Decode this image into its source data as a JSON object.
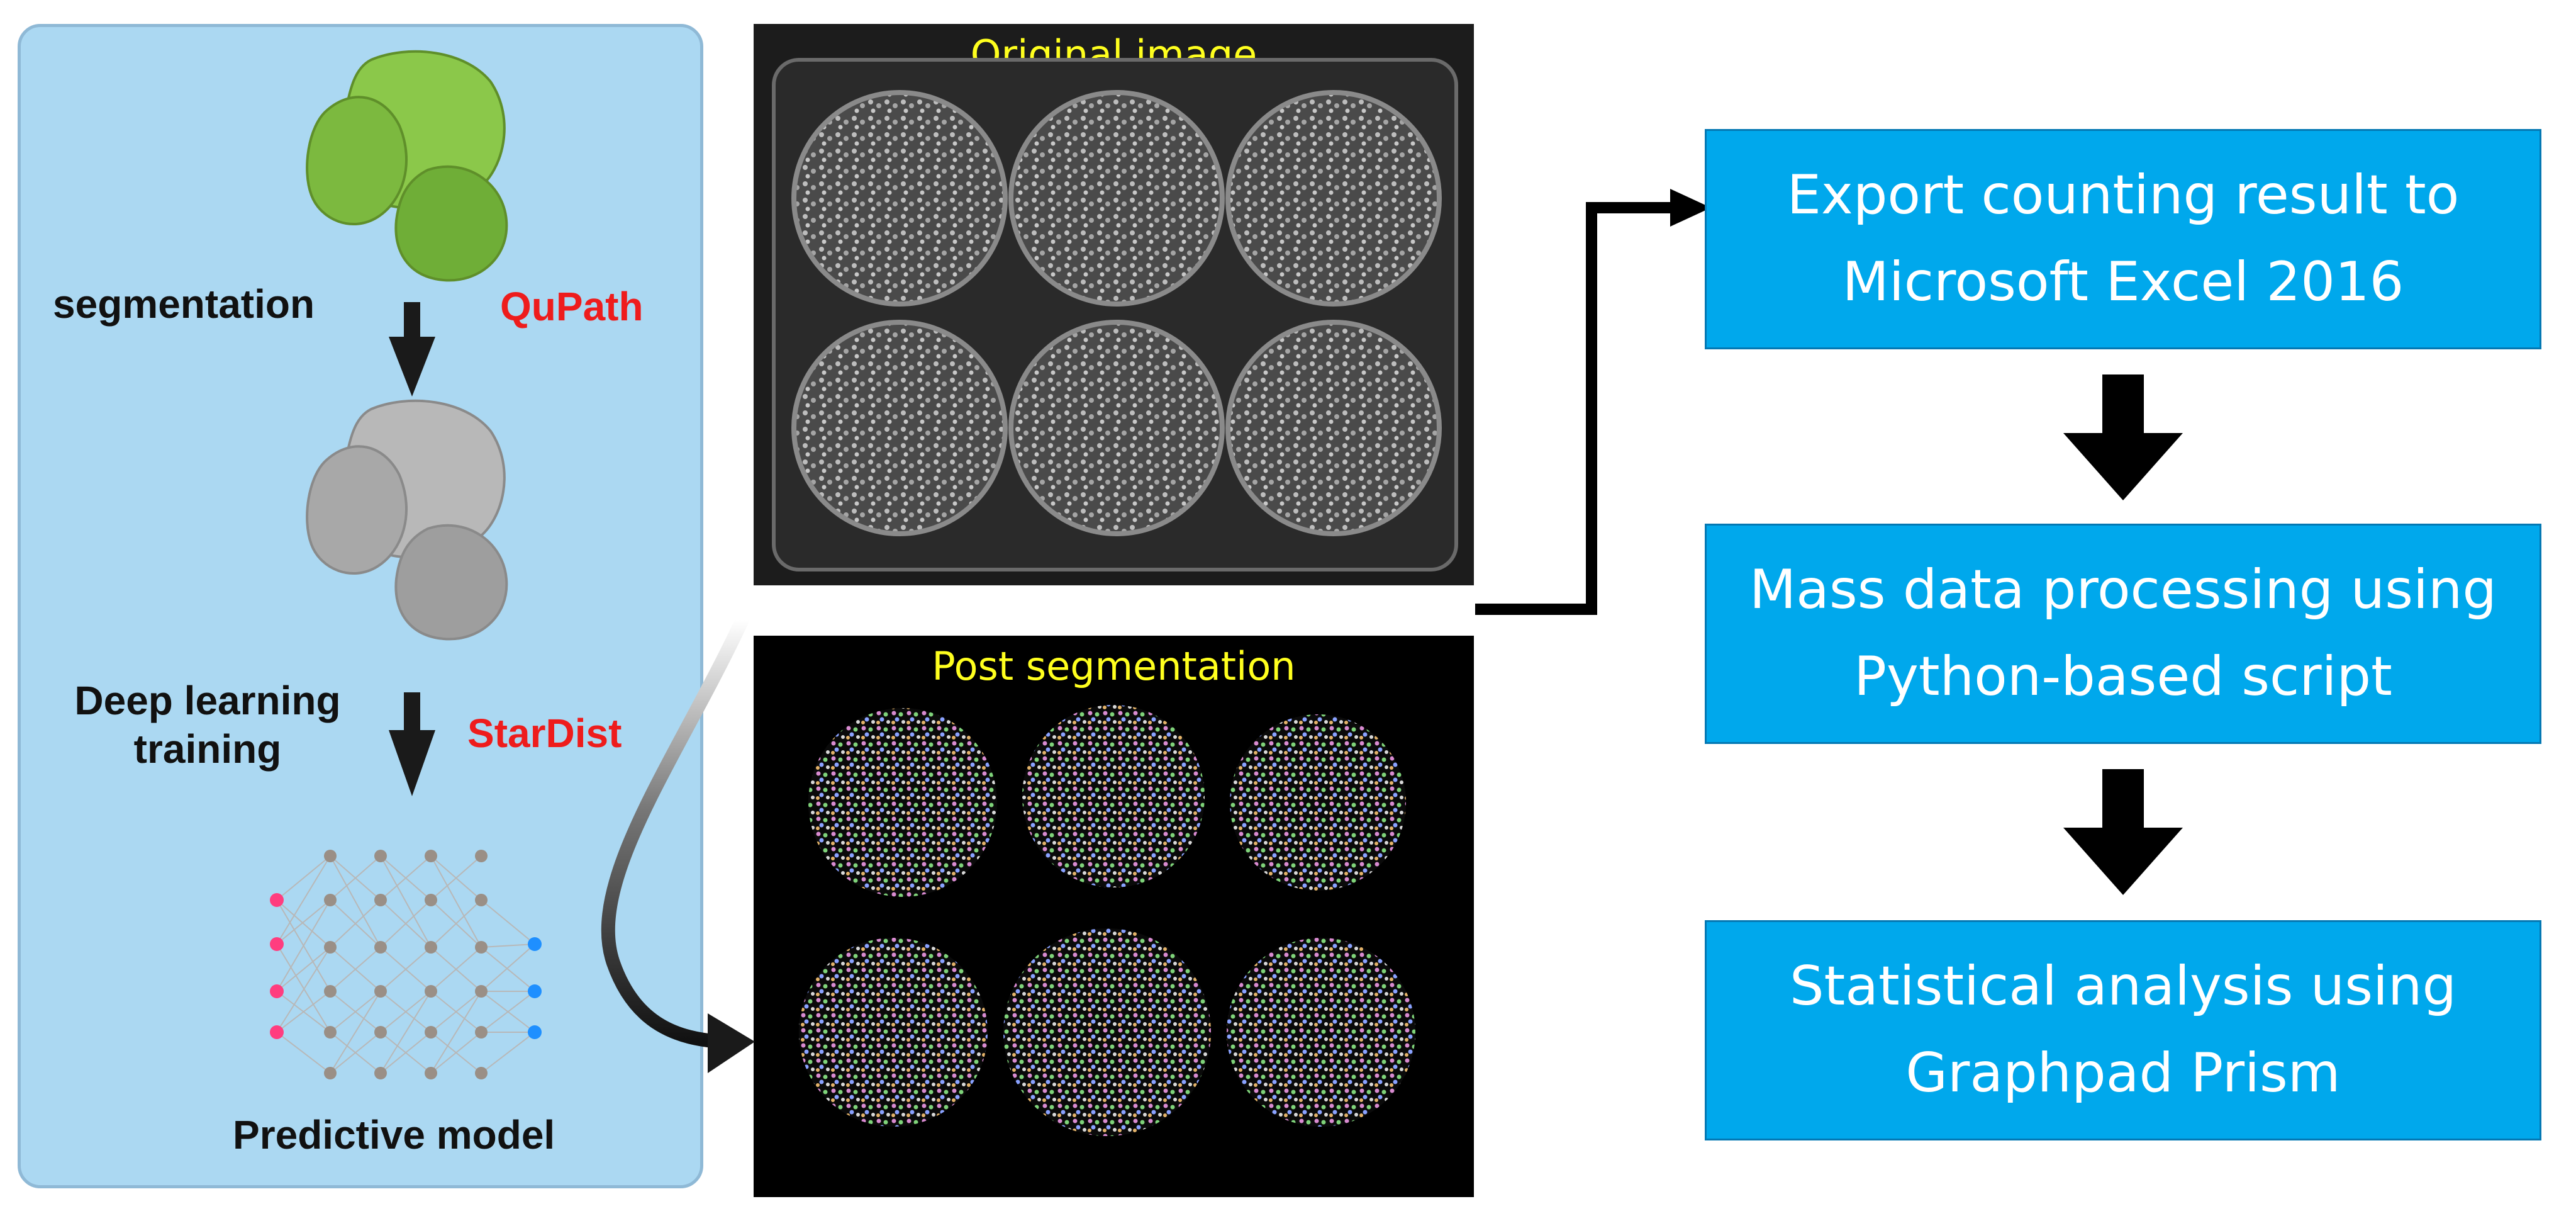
{
  "left_panel": {
    "segmentation_label": "segmentation",
    "qupath_label": "QuPath",
    "deep_learning_line1": "Deep learning",
    "deep_learning_line2": "training",
    "stardist_label": "StarDist",
    "predictive_model_label": "Predictive model"
  },
  "images": {
    "original_title": "Original image",
    "post_title": "Post segmentation"
  },
  "flow": {
    "export": "Export counting result to\nMicrosoft Excel 2016",
    "mass": "Mass data processing using\nPython-based script",
    "stats": "Statistical analysis using\nGraphpad Prism"
  },
  "colors": {
    "panel_bg": "#abd8f2",
    "box_bg": "#00a8ec",
    "tool_label": "#ee1c1c",
    "photo_title": "#ffff1e",
    "cell_green": "#7cc242",
    "cell_gray": "#a9a9a9"
  }
}
